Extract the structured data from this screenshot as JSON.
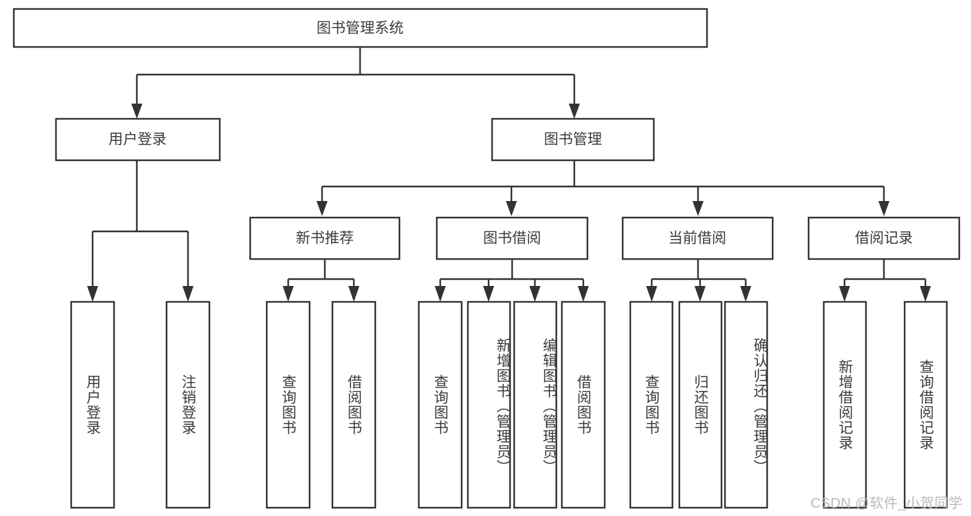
{
  "diagram": {
    "title": "图书管理系统",
    "type": "tree",
    "orientation": "top-down",
    "watermark": "CSDN @软件_小贺同学",
    "colors": {
      "background": "#ffffff",
      "stroke": "#333333",
      "box_fill": "#ffffff",
      "text": "#3b3b3b",
      "watermark": "#b9b9b9"
    },
    "levels": {
      "root": "图书管理系统",
      "level2": [
        "用户登录",
        "图书管理"
      ],
      "level3": [
        "新书推荐",
        "图书借阅",
        "当前借阅",
        "借阅记录"
      ]
    },
    "root": {
      "label": "图书管理系统"
    },
    "branches": [
      {
        "label": "用户登录",
        "children": [
          {
            "label": "用户登录"
          },
          {
            "label": "注销登录"
          }
        ]
      },
      {
        "label": "图书管理",
        "children": [
          {
            "label": "新书推荐",
            "children": [
              {
                "label": "查询图书"
              },
              {
                "label": "借阅图书"
              }
            ]
          },
          {
            "label": "图书借阅",
            "children": [
              {
                "label": "查询图书"
              },
              {
                "label": "新增图书（管理员）"
              },
              {
                "label": "编辑图书（管理员）"
              },
              {
                "label": "借阅图书"
              }
            ]
          },
          {
            "label": "当前借阅",
            "children": [
              {
                "label": "查询图书"
              },
              {
                "label": "归还图书"
              },
              {
                "label": "确认归还（管理员）"
              }
            ]
          },
          {
            "label": "借阅记录",
            "children": [
              {
                "label": "新增借阅记录"
              },
              {
                "label": "查询借阅记录"
              }
            ]
          }
        ]
      }
    ],
    "nodes": {
      "root": "图书管理系统",
      "user_login": "用户登录",
      "book_manage": "图书管理",
      "new_book_rec": "新书推荐",
      "book_borrow": "图书借阅",
      "current_borrow": "当前借阅",
      "borrow_record": "借阅记录",
      "leaf_user_login": "用户登录",
      "leaf_logout": "注销登录",
      "leaf_query_book_1": "查询图书",
      "leaf_borrow_book_1": "借阅图书",
      "leaf_query_book_2": "查询图书",
      "leaf_add_book": "新增图书（管理员）",
      "leaf_edit_book": "编辑图书（管理员）",
      "leaf_borrow_book_2": "借阅图书",
      "leaf_query_book_3": "查询图书",
      "leaf_return_book": "归还图书",
      "leaf_confirm_return": "确认归还（管理员）",
      "leaf_add_record": "新增借阅记录",
      "leaf_query_record": "查询借阅记录"
    }
  }
}
